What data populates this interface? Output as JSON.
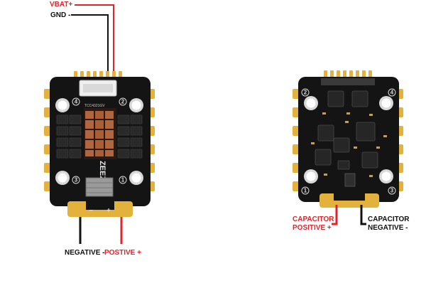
{
  "labels": {
    "vbat": "VBAT+",
    "gnd": "GND -",
    "negative": "NEGATIVE -",
    "positive": "POSTIVE +",
    "cap_pos_1": "CAPACITOR",
    "cap_pos_2": "POSITIVE +",
    "cap_neg_1": "CAPACITOR",
    "cap_neg_2": "NEGATIVE -"
  },
  "board_text": {
    "chip_marking": "TCC4321GV",
    "brand": "ZEEZ",
    "pad_minus": "−",
    "pad_plus": "+"
  },
  "motor_numbers": {
    "front": [
      "4",
      "2",
      "3",
      "1"
    ],
    "back": [
      "2",
      "4",
      "1",
      "3"
    ]
  },
  "colors": {
    "positive_wire": "#e3222a",
    "negative_wire": "#111111",
    "pcb": "#141414",
    "pad_gold": "#e3b23c",
    "silk": "#dcdcdc"
  }
}
